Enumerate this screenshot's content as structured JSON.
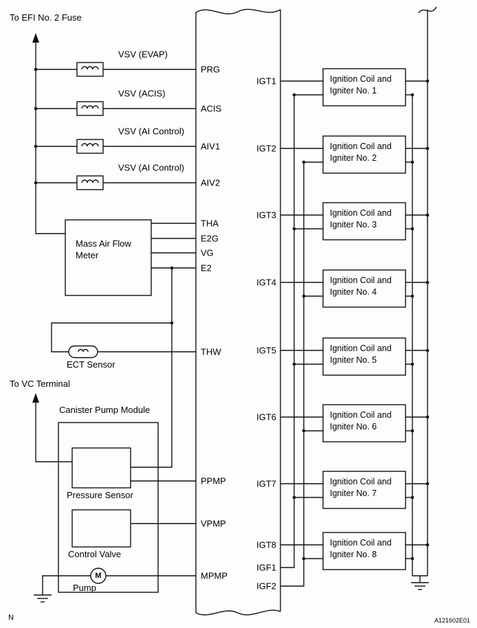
{
  "labels": {
    "efi_note": "To EFI No. 2 Fuse",
    "vc_note": "To VC Terminal",
    "n_mark": "N",
    "doc_code": "A121602E01"
  },
  "vsv": [
    "VSV (EVAP)",
    "VSV (ACIS)",
    "VSV (AI Control)",
    "VSV (AI Control)"
  ],
  "ecm": {
    "left_terminals": [
      "PRG",
      "ACIS",
      "AIV1",
      "AIV2",
      "THA",
      "E2G",
      "VG",
      "E2",
      "THW",
      "PPMP",
      "VPMP",
      "MPMP"
    ],
    "right_terminals": [
      "IGT1",
      "IGT2",
      "IGT3",
      "IGT4",
      "IGT5",
      "IGT6",
      "IGT7",
      "IGT8",
      "IGF1",
      "IGF2"
    ]
  },
  "components": {
    "maf_line1": "Mass Air Flow",
    "maf_line2": "Meter",
    "ect": "ECT Sensor",
    "canister": "Canister Pump Module",
    "pressure_sensor": "Pressure Sensor",
    "control_valve": "Control Valve",
    "pump": "Pump",
    "motor": "M"
  },
  "ignition": [
    {
      "l1": "Ignition Coil and",
      "l2": "Igniter No. 1"
    },
    {
      "l1": "Ignition Coil and",
      "l2": "Igniter No. 2"
    },
    {
      "l1": "Ignition Coil and",
      "l2": "Igniter No. 3"
    },
    {
      "l1": "Ignition Coil and",
      "l2": "Igniter No. 4"
    },
    {
      "l1": "Ignition Coil and",
      "l2": "Igniter No. 5"
    },
    {
      "l1": "Ignition Coil and",
      "l2": "Igniter No. 6"
    },
    {
      "l1": "Ignition Coil and",
      "l2": "Igniter No. 7"
    },
    {
      "l1": "Ignition Coil and",
      "l2": "Igniter No. 8"
    }
  ],
  "colors": {
    "line": "#111111",
    "background": "#fdfdfd"
  }
}
